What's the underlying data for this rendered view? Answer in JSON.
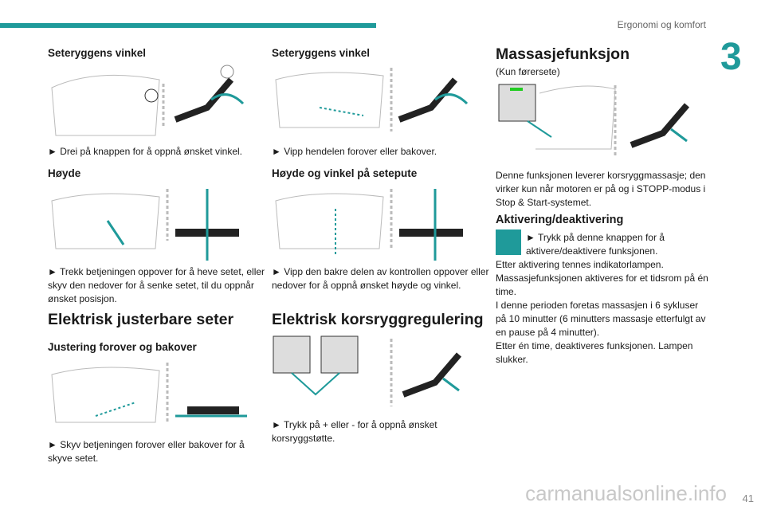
{
  "header": {
    "section": "Ergonomi og komfort",
    "chapter": "3"
  },
  "col1": {
    "h1": "Seteryggens vinkel",
    "p1": "► Drei på knappen for å oppnå ønsket vinkel.",
    "h2": "Høyde",
    "p2": "► Trekk betjeningen oppover for å heve setet, eller skyv den nedover for å senke setet, til du oppnår ønsket posisjon.",
    "h3": "Elektrisk justerbare seter",
    "h4": "Justering forover og bakover",
    "p4": "► Skyv betjeningen forover eller bakover for å skyve setet."
  },
  "col2": {
    "h1": "Seteryggens vinkel",
    "p1": "► Vipp hendelen forover eller bakover.",
    "h2": "Høyde og vinkel på setepute",
    "p2": "► Vipp den bakre delen av kontrollen oppover eller nedover for å oppnå ønsket høyde og vinkel.",
    "h3": "Elektrisk korsryggregulering",
    "p3": "► Trykk på + eller - for å oppnå ønsket korsryggstøtte."
  },
  "col3": {
    "h1": "Massasjefunksjon",
    "sub": "(Kun førersete)",
    "p1": "Denne funksjonen leverer korsryggmassasje; den virker kun når motoren er på og i STOPP-modus i Stop & Start-systemet.",
    "h2": "Aktivering/deaktivering",
    "p2": "► Trykk på denne knappen for å aktivere/deaktivere funksjonen.",
    "p3": "Etter aktivering tennes indikatorlampen.",
    "p4": "Massasjefunksjonen aktiveres for et tidsrom på én time.",
    "p5": "I denne perioden foretas massasjen i 6 sykluser på 10 minutter (6 minutters massasje etterfulgt av en pause på 4 minutter).",
    "p6": "Etter én time, deaktiveres funksjonen. Lampen slukker."
  },
  "footer": {
    "page": "41",
    "watermark": "carmanualsonline.info"
  },
  "colors": {
    "accent": "#1f9a9a"
  }
}
